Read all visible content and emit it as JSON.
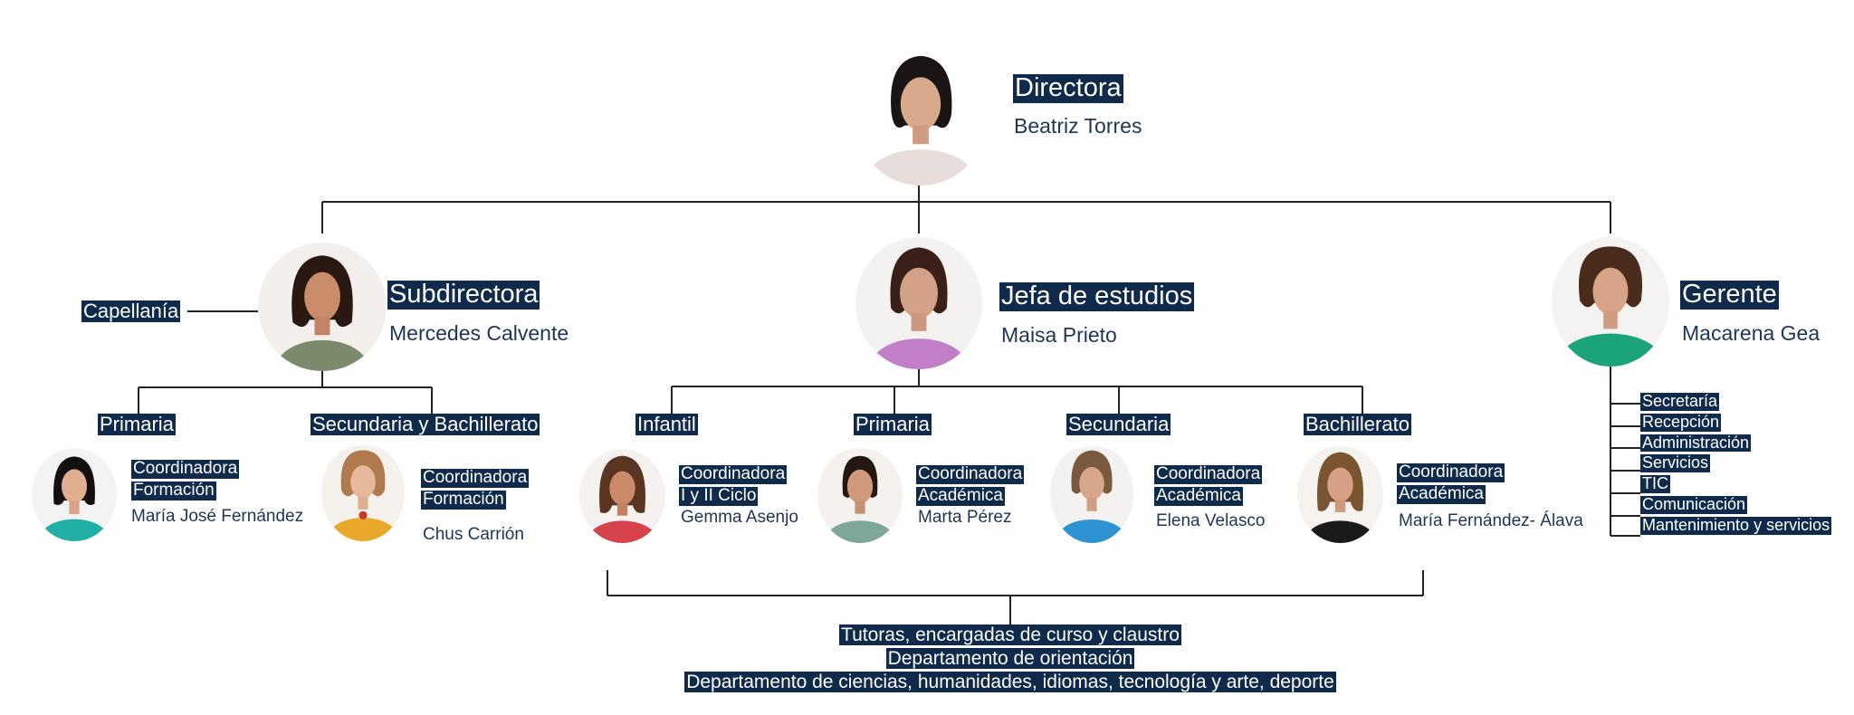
{
  "director": {
    "role": "Directora",
    "name": "Beatriz Torres"
  },
  "deputy": {
    "role": "Subdirectora",
    "name": "Mercedes Calvente"
  },
  "studies_head": {
    "role": "Jefa de estudios",
    "name": "Maisa Prieto"
  },
  "manager": {
    "role": "Gerente",
    "name": "Macarena Gea"
  },
  "chaplaincy": "Capellanía",
  "deputy_branches": [
    {
      "section": "Primaria",
      "role_lines": [
        "Coordinadora",
        "Formación"
      ],
      "name": "María José Fernández"
    },
    {
      "section": "Secundaria y Bachillerato",
      "role_lines": [
        "Coordinadora",
        "Formación"
      ],
      "name": "Chus Carrión"
    }
  ],
  "studies_branches": [
    {
      "section": "Infantil",
      "role_lines": [
        "Coordinadora",
        "I y II Ciclo"
      ],
      "name": "Gemma Asenjo"
    },
    {
      "section": "Primaria",
      "role_lines": [
        "Coordinadora",
        "Académica"
      ],
      "name": "Marta Pérez"
    },
    {
      "section": "Secundaria",
      "role_lines": [
        "Coordinadora",
        "Académica"
      ],
      "name": "Elena Velasco"
    },
    {
      "section": "Bachillerato",
      "role_lines": [
        "Coordinadora",
        "Académica"
      ],
      "name": "María Fernández- Álava"
    }
  ],
  "manager_services": [
    "Secretaría",
    "Recepción",
    "Administración",
    "Servicios",
    "TIC",
    "Comunicación",
    "Mantenimiento y servicios"
  ],
  "bottom_groups": [
    "Tutoras, encargadas de curso y claustro",
    "Departamento de orientación",
    "Departamento de ciencias, humanidades, idiomas, tecnología y arte, deporte"
  ],
  "colors": {
    "label_bg": "#0f2a4a",
    "label_text": "#ffffff",
    "name_text": "#1f3557",
    "connector": "#222222"
  },
  "avatar_colors": {
    "director": "#e7dedc",
    "deputy": "#7c8a6c",
    "studies_head": "#c17fc8",
    "manager": "#1ba37a",
    "primaria_coord": "#21b0a8",
    "secundaria_coord": "#e8a92a",
    "infantil_coord": "#d6434a",
    "primaria_acad": "#7fa69a",
    "secundaria_acad": "#2d94d1",
    "bachillerato_acad": "#1a1a1a"
  }
}
